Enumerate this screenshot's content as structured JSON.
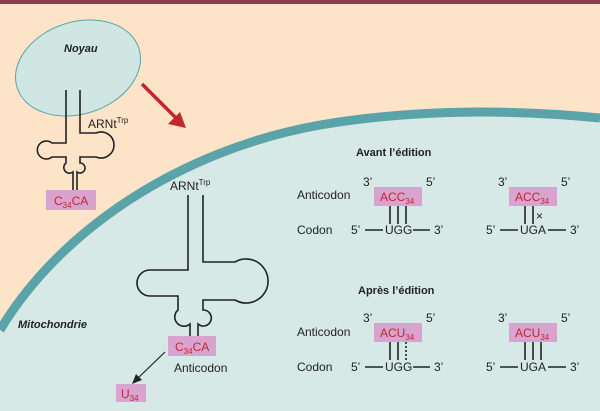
{
  "labels": {
    "noyau": "Noyau",
    "mitochondrie": "Mitochondrie",
    "trna_top": "ARNt",
    "trna_top_sup": "Trp",
    "trna_mid": "ARNt",
    "trna_mid_sup": "Trp",
    "box_top": "C",
    "box_top_sub": "34",
    "box_top_rest": "CA",
    "box_mid": "C",
    "box_mid_sub": "34",
    "box_mid_rest": "CA",
    "box_u": "U",
    "box_u_sub": "34",
    "anticodon_under": "Anticodon"
  },
  "before": {
    "title": "Avant l’édition",
    "row_anticodon": "Anticodon",
    "row_codon": "Codon",
    "left": {
      "prime_a": "3’",
      "prime_b": "5’",
      "anticodon": "ACC",
      "sub": "34",
      "codon_left": "5’",
      "codon": "UGG",
      "codon_right": "3’"
    },
    "right": {
      "prime_a": "3’",
      "prime_b": "5’",
      "anticodon": "ACC",
      "sub": "34",
      "codon_left": "5’",
      "codon": "UGA",
      "codon_right": "3’",
      "mismatch": "×"
    }
  },
  "after": {
    "title": "Après l’édition",
    "row_anticodon": "Anticodon",
    "row_codon": "Codon",
    "left": {
      "prime_a": "3’",
      "prime_b": "5’",
      "anticodon": "ACU",
      "sub": "34",
      "codon_left": "5’",
      "codon": "UGG",
      "codon_right": "3’"
    },
    "right": {
      "prime_a": "3’",
      "prime_b": "5’",
      "anticodon": "ACU",
      "sub": "34",
      "codon_left": "5’",
      "codon": "UGA",
      "codon_right": "3’"
    }
  },
  "colors": {
    "cytoplasm": "#fde3c8",
    "nucleus": "#cfe6e3",
    "mito_fill": "#d6e9e6",
    "mito_border": "#5aa3a8",
    "box": "#d9a3cf",
    "accent_red": "#c0282d",
    "top_bar": "#8e3b4b"
  }
}
